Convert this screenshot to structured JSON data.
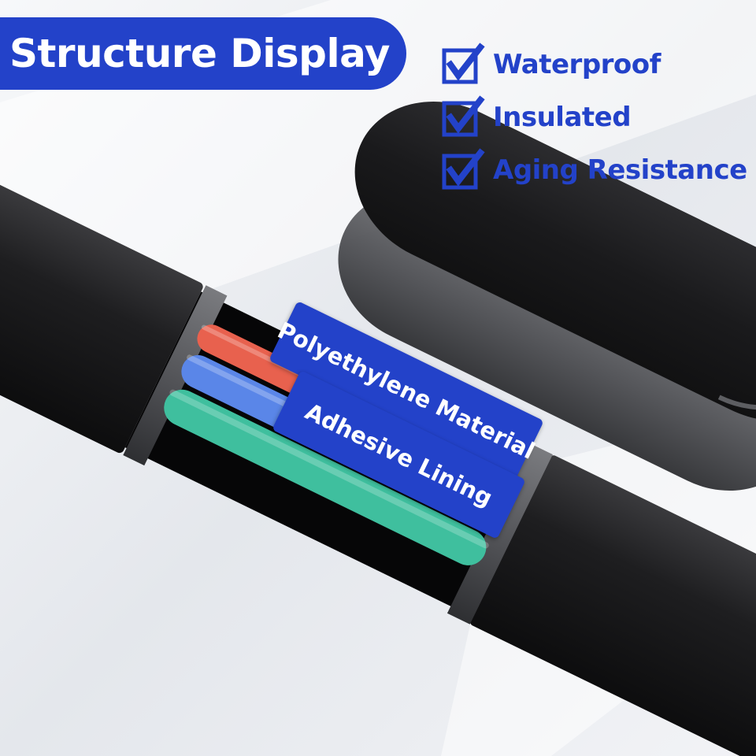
{
  "banner": {
    "title": "Structure Display"
  },
  "features": [
    {
      "label": "Waterproof",
      "icon": "checkbox-check-icon"
    },
    {
      "label": "Insulated",
      "icon": "checkbox-check-icon"
    },
    {
      "label": "Aging Resistance",
      "icon": "checkbox-check-icon"
    }
  ],
  "layers": {
    "outer": {
      "label": "Polyethylene Material"
    },
    "inner": {
      "label": "Adhesive Lining"
    }
  },
  "colors": {
    "brand_blue": "#2342c9",
    "sheath_black": "#1c1c1e",
    "wire_red": "#e8614e",
    "wire_blue": "#5a86e8",
    "wire_green": "#3fbf9e"
  }
}
